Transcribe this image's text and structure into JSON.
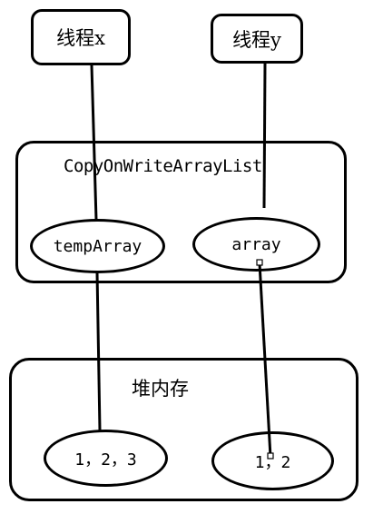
{
  "threads": {
    "x": "线程x",
    "y": "线程y"
  },
  "cow_list": {
    "title": "CopyOnWriteArrayList",
    "temp_array": "tempArray",
    "array": "array"
  },
  "heap": {
    "title": "堆内存",
    "array_a": "1，2，3",
    "array_b": "1，2"
  },
  "colors": {
    "stroke": "#000000",
    "background": "#ffffff"
  }
}
